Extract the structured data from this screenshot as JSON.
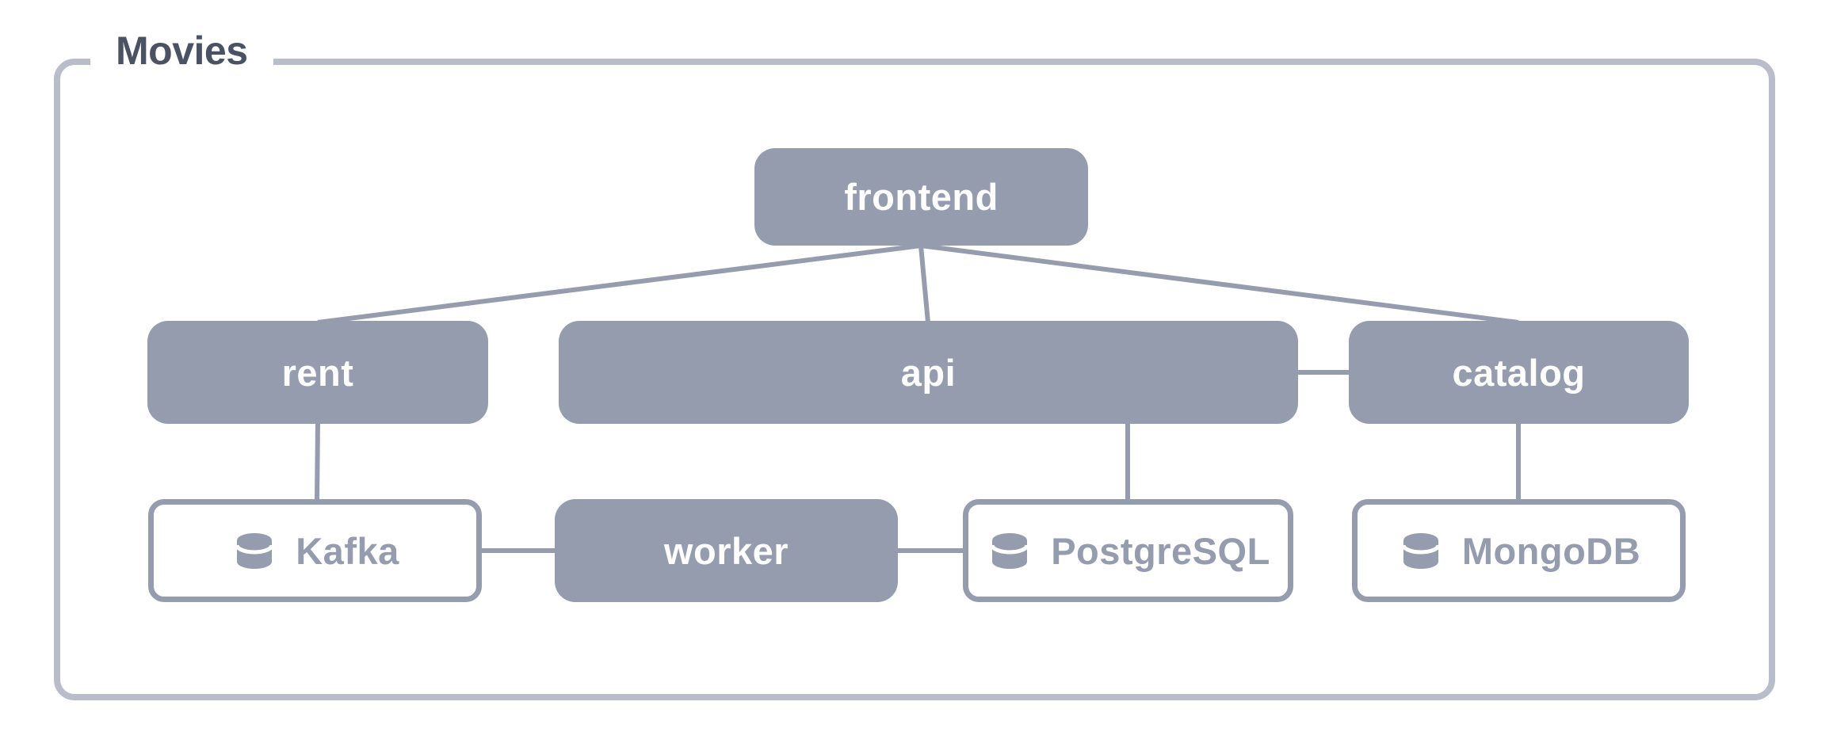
{
  "group": {
    "title": "Movies"
  },
  "nodes": {
    "frontend": {
      "label": "frontend",
      "type": "service"
    },
    "rent": {
      "label": "rent",
      "type": "service"
    },
    "api": {
      "label": "api",
      "type": "service"
    },
    "catalog": {
      "label": "catalog",
      "type": "service"
    },
    "worker": {
      "label": "worker",
      "type": "service"
    },
    "kafka": {
      "label": "Kafka",
      "type": "database",
      "icon": "database-cylinder"
    },
    "postgresql": {
      "label": "PostgreSQL",
      "type": "database",
      "icon": "database-cylinder"
    },
    "mongodb": {
      "label": "MongoDB",
      "type": "database",
      "icon": "database-cylinder"
    }
  },
  "edges": [
    {
      "from": "frontend",
      "to": "rent"
    },
    {
      "from": "frontend",
      "to": "api"
    },
    {
      "from": "frontend",
      "to": "catalog"
    },
    {
      "from": "api",
      "to": "catalog"
    },
    {
      "from": "rent",
      "to": "kafka"
    },
    {
      "from": "api",
      "to": "postgresql"
    },
    {
      "from": "catalog",
      "to": "mongodb"
    },
    {
      "from": "kafka",
      "to": "worker"
    },
    {
      "from": "worker",
      "to": "postgresql"
    }
  ],
  "colors": {
    "node_fill": "#949CAE",
    "node_text": "#FFFFFF",
    "db_border": "#949CAE",
    "db_text": "#949CAE",
    "edge": "#949CAE",
    "group_border": "#B9BDCA",
    "title_text": "#4A5264",
    "background": "#FFFFFF"
  }
}
